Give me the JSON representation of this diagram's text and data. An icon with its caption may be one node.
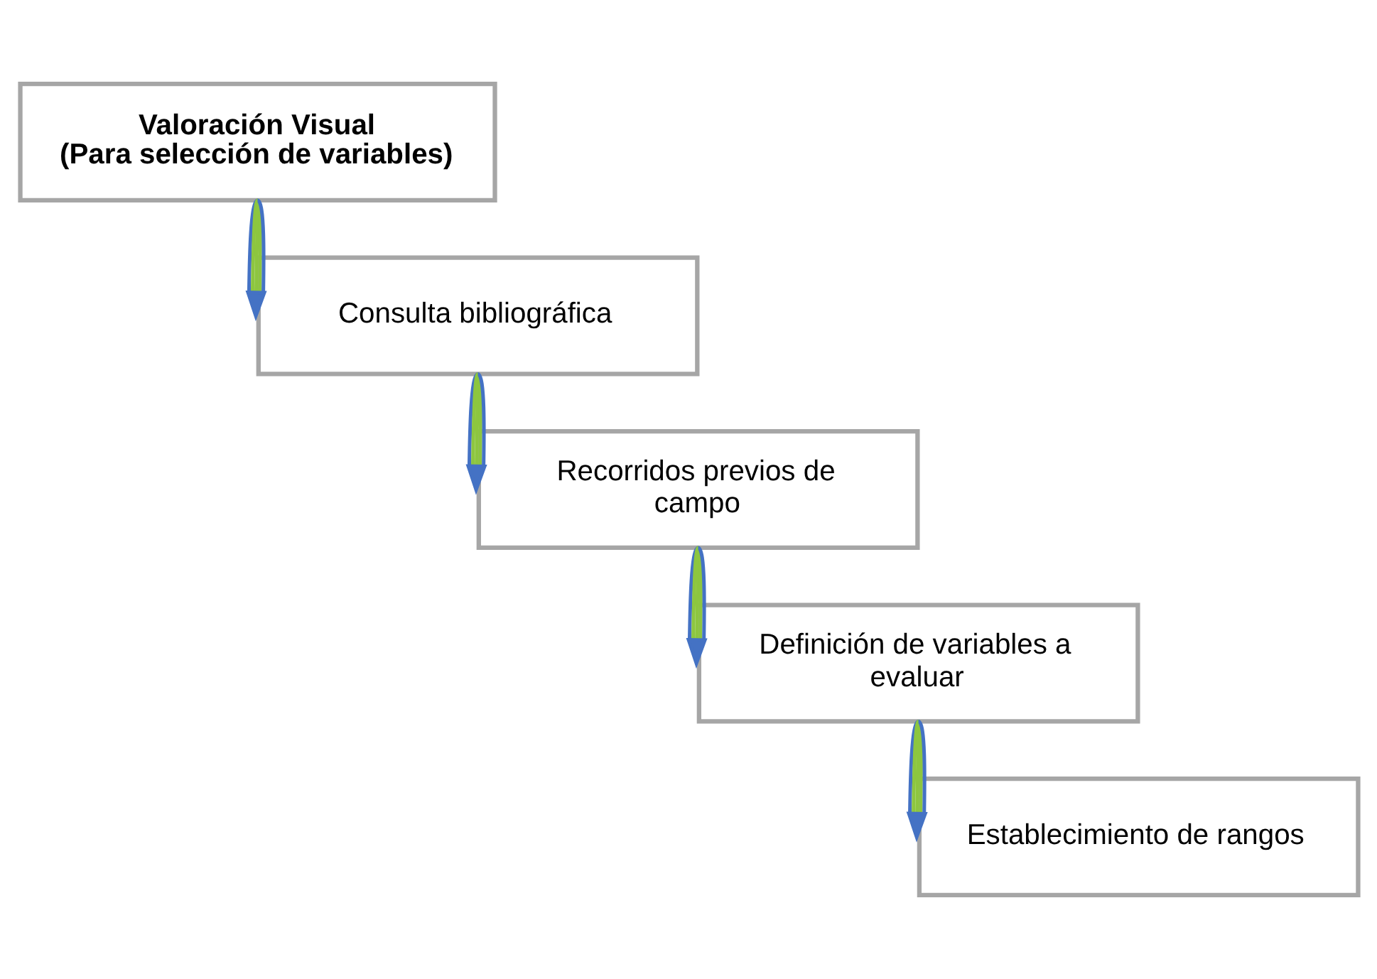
{
  "diagram": {
    "nodes": [
      {
        "text": [
          "Valoración Visual",
          "(Para selección de variables)"
        ]
      },
      {
        "text": [
          "Consulta bibliográfica"
        ]
      },
      {
        "text": [
          "Recorridos previos de campo"
        ]
      },
      {
        "text": [
          "Definición de variables a evaluar"
        ]
      },
      {
        "text": [
          "Establecimiento de rangos"
        ]
      }
    ],
    "edges": [
      {
        "from": 0,
        "to": 1,
        "arrow": "to"
      },
      {
        "from": 1,
        "to": 2,
        "arrow": "to"
      },
      {
        "from": 2,
        "to": 3,
        "arrow": "to"
      },
      {
        "from": 3,
        "to": 4,
        "arrow": "to"
      }
    ]
  }
}
